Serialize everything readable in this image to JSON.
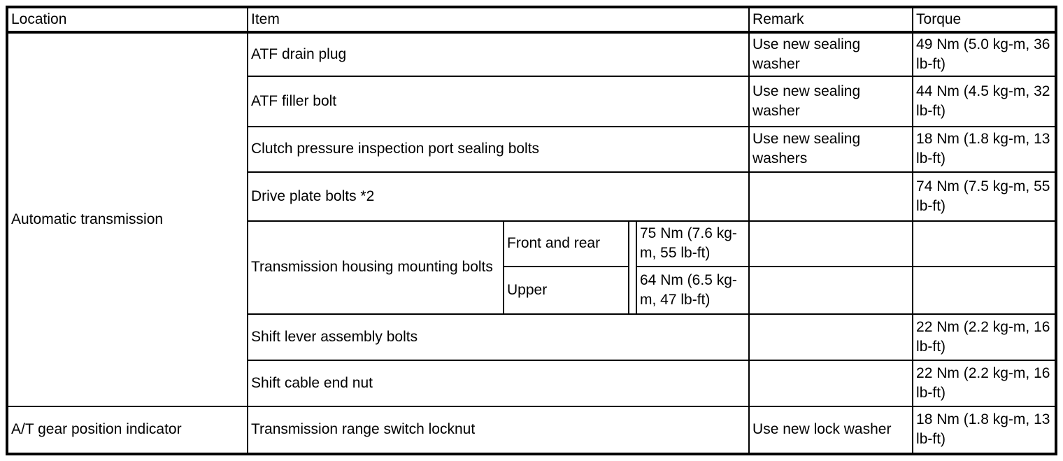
{
  "page": {
    "background_color": "#ffffff",
    "border_color": "#000000",
    "text_color": "#000000"
  },
  "table": {
    "headers": [
      "Location",
      "Item",
      "Remark",
      "Torque"
    ],
    "rows": [
      {
        "location": "Automatic transmission",
        "item": "ATF drain plug",
        "remark": "Use new sealing washer",
        "torque": "49 Nm (5.0 kg-m, 36 lb-ft)"
      },
      {
        "item": "ATF filler bolt",
        "remark": "Use new sealing washer",
        "torque": "44 Nm (4.5 kg-m, 32 lb-ft)"
      },
      {
        "item": "Clutch pressure inspection port sealing bolts",
        "remark": "Use new sealing washers",
        "torque": "18 Nm (1.8 kg-m, 13 lb-ft)"
      },
      {
        "item": "Drive plate bolts *2",
        "remark": "",
        "torque": "74 Nm (7.5 kg-m, 55 lb-ft)"
      },
      {
        "item": "Transmission housing mounting bolts",
        "sub_item": "Front and rear",
        "sub_torque": "75 Nm (7.6 kg-m, 55 lb-ft)",
        "remark": "",
        "torque": ""
      },
      {
        "sub_item": "Upper",
        "sub_torque": "64 Nm (6.5 kg-m, 47 lb-ft)",
        "remark": "",
        "torque": ""
      },
      {
        "item": "Shift lever assembly bolts",
        "remark": "",
        "torque": "22 Nm (2.2 kg-m, 16 lb-ft)"
      },
      {
        "item": "Shift cable end nut",
        "remark": "",
        "torque": "22 Nm (2.2 kg-m, 16 lb-ft)"
      },
      {
        "location": "A/T gear position indicator",
        "item": "Transmission range switch locknut",
        "remark": "Use new lock washer",
        "torque": "18 Nm (1.8 kg-m, 13 lb-ft)"
      }
    ]
  }
}
